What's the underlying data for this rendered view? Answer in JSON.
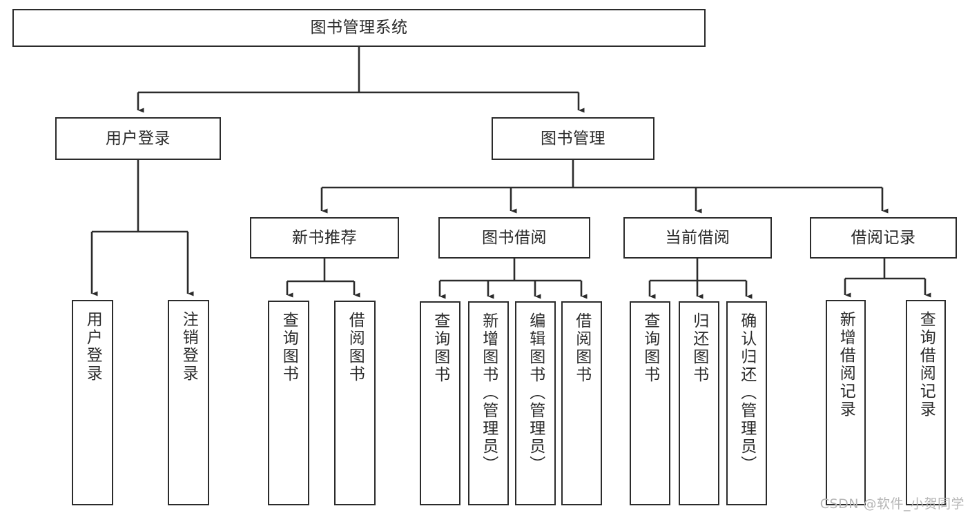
{
  "diagram": {
    "title": "图书管理系统",
    "type": "hierarchy-tree",
    "colors": {
      "background": "#ffffff",
      "stroke": "#2b2b2b",
      "box_fill": "#ffffff",
      "text": "#2b2b2b",
      "watermark": "#b6b6b6"
    },
    "root": {
      "label": "图书管理系统"
    },
    "level2": [
      {
        "label": "用户登录"
      },
      {
        "label": "图书管理"
      }
    ],
    "level3": [
      {
        "label": "新书推荐"
      },
      {
        "label": "图书借阅"
      },
      {
        "label": "当前借阅"
      },
      {
        "label": "借阅记录"
      }
    ],
    "leaves": {
      "user_login": [
        {
          "label": "用户登录"
        },
        {
          "label": "注销登录"
        }
      ],
      "new_book_recommend": [
        {
          "label": "查询图书"
        },
        {
          "label": "借阅图书"
        }
      ],
      "book_borrow": [
        {
          "label": "查询图书"
        },
        {
          "label": "新增图书（管理员）"
        },
        {
          "label": "编辑图书（管理员）"
        },
        {
          "label": "借阅图书"
        }
      ],
      "current_borrow": [
        {
          "label": "查询图书"
        },
        {
          "label": "归还图书"
        },
        {
          "label": "确认归还（管理员）"
        }
      ],
      "borrow_record": [
        {
          "label": "新增借阅记录"
        },
        {
          "label": "查询借阅记录"
        }
      ]
    }
  },
  "watermark": {
    "text": "CSDN @软件_小贺同学"
  }
}
